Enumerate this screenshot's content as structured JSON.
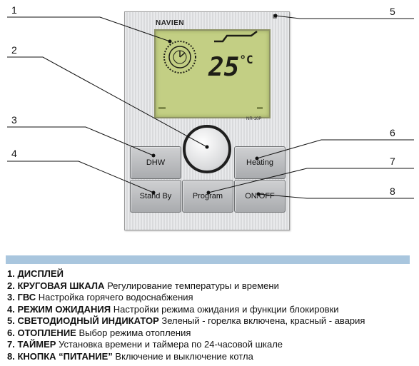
{
  "callouts": [
    "1",
    "2",
    "3",
    "4",
    "5",
    "6",
    "7",
    "8"
  ],
  "device": {
    "brand": "NAVIEN",
    "temperature": "25",
    "unit": "°C",
    "model": "NR-10P",
    "buttons": {
      "dhw": "DHW",
      "heating": "Heating",
      "standby": "Stand By",
      "program": "Program",
      "onoff": "ON/OFF"
    }
  },
  "legend": [
    {
      "key": "1. ДИСПЛЕЙ",
      "desc": ""
    },
    {
      "key": "2. КРУГОВАЯ ШКАЛА",
      "desc": "Регулирование температуры и времени"
    },
    {
      "key": "3. ГВС",
      "desc": "Настройка горячего водоснабжения"
    },
    {
      "key": "4. РЕЖИМ ОЖИДАНИЯ",
      "desc": "Настройки режима ожидания и функции блокировки"
    },
    {
      "key": "5. СВЕТОДИОДНЫЙ ИНДИКАТОР",
      "desc": "Зеленый - горелка включена, красный - авария"
    },
    {
      "key": "6. ОТОПЛЕНИЕ",
      "desc": "Выбор режима отопления"
    },
    {
      "key": "7. ТАЙМЕР",
      "desc": "Установка времени и таймера по 24-часовой шкале"
    },
    {
      "key": "8. КНОПКА “ПИТАНИЕ”",
      "desc": "Включение и выключение котла"
    }
  ]
}
